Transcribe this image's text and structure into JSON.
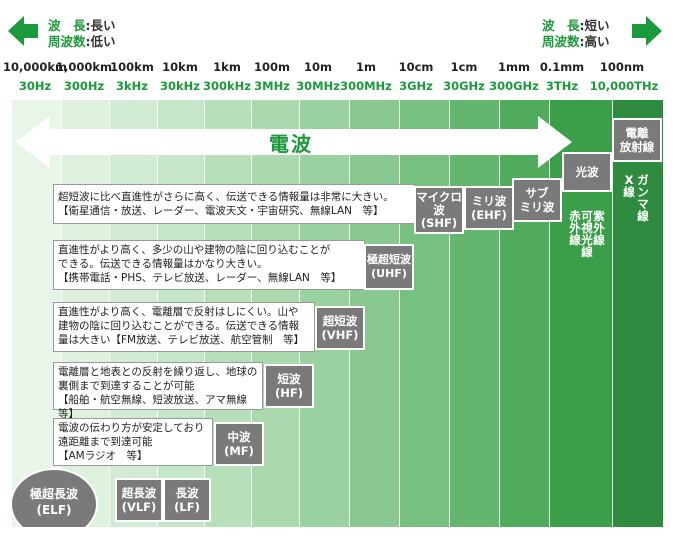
{
  "legend_left": {
    "wave_label": "波　長",
    "wave_value": "長い",
    "freq_label": "周波数",
    "freq_value": "低い"
  },
  "legend_right": {
    "wave_label": "波　長",
    "wave_value": "短い",
    "freq_label": "周波数",
    "freq_value": "高い"
  },
  "colon": ":",
  "wavelengths": [
    "10,000km",
    "1,000km",
    "100km",
    "10km",
    "1km",
    "100m",
    "10m",
    "1m",
    "10cm",
    "1cm",
    "1mm",
    "0.1mm",
    "100nm"
  ],
  "frequencies": [
    "30Hz",
    "300Hz",
    "3kHz",
    "30kHz",
    "300kHz",
    "3MHz",
    "30MHz",
    "300MHz",
    "3GHz",
    "30GHz",
    "300GHz",
    "3THz",
    "10,000THz"
  ],
  "title": "電波",
  "colors": {
    "green": "#1a9a3a",
    "box": "#7a7a7a",
    "dark_band": "#2e8b3f"
  },
  "bands": {
    "elf": {
      "line1": "極超長波",
      "line2": "(ELF)"
    },
    "vlf": {
      "line1": "超長波",
      "line2": "(VLF)"
    },
    "lf": {
      "line1": "長波",
      "line2": "(LF)"
    },
    "mf": {
      "line1": "中波",
      "line2": "(MF)"
    },
    "hf": {
      "line1": "短波",
      "line2": "(HF)"
    },
    "vhf": {
      "line1": "超短波",
      "line2": "(VHF)"
    },
    "uhf": {
      "line1": "極超短波",
      "line2": "(UHF)"
    },
    "shf": {
      "line1": "マイクロ",
      "line2": "波",
      "line3": "(SHF)"
    },
    "ehf": {
      "line1": "ミリ波",
      "line2": "(EHF)"
    },
    "submm": {
      "line1": "サブ",
      "line2": "ミリ波"
    },
    "light": {
      "line1": "光波"
    },
    "ionizing": {
      "line1": "電離",
      "line2": "放射線"
    }
  },
  "light_sub": [
    "赤外線",
    "可視光線",
    "紫外線"
  ],
  "ionizing_sub": [
    "X線",
    "ガンマ線"
  ],
  "descriptions": {
    "shf": {
      "line1": "超短波に比べ直進性がさらに高く、伝送できる情報量は非常に大きい。",
      "line2": "【衛星通信・放送、レーダー、電波天文・宇宙研究、無線LAN　等】"
    },
    "uhf": {
      "line1": "直進性がより高く、多少の山や建物の陰に回り込むことが",
      "line2": "できる。伝送できる情報量はかなり大きい。",
      "line3": "【携帯電話・PHS、テレビ放送、レーダー、無線LAN　等】"
    },
    "vhf": {
      "line1": "直進性がより高く、電離層で反射はしにくい。山や",
      "line2": "建物の陰に回り込むことができる。伝送できる情報",
      "line3": "量は大きい【FM放送、テレビ放送、航空管制　等】"
    },
    "hf": {
      "line1": "電離層と地表との反射を繰り返し、地球の",
      "line2": "裏側まで到達することが可能",
      "line3": "【船舶・航空無線、短波放送、アマ無線　等】"
    },
    "mf": {
      "line1": "電波の伝わり方が安定しており",
      "line2": "遠距離まで到達可能",
      "line3": "【AMラジオ　等】"
    }
  }
}
